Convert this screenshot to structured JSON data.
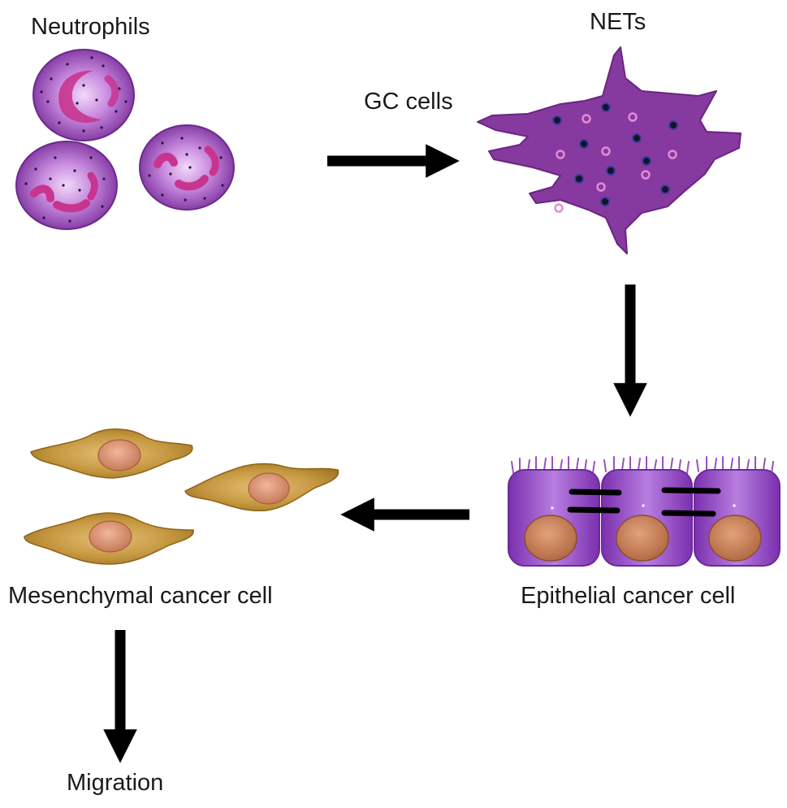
{
  "labels": {
    "neutrophils": "Neutrophils",
    "nets": "NETs",
    "gc_cells": "GC cells",
    "mesenchymal": "Mesenchymal cancer cell",
    "epithelial": "Epithelial cancer cell",
    "migration": "Migration"
  },
  "colors": {
    "neutrophil_body": "#8f3fb0",
    "neutrophil_center": "#e6c2f2",
    "neutrophil_nucleus": "#c8358f",
    "net_body": "#86399e",
    "net_dot_dark": "#14142c",
    "net_dot_pink": "#e38ad8",
    "epithelial_body": "#9a4fc6",
    "epithelial_nucleus": "#c97f5b",
    "mesenchymal_body": "#b9882f",
    "mesenchymal_nucleus": "#d08a6c",
    "arrow": "#000000"
  },
  "icons": {
    "neutrophil": "neutrophil-cell-icon",
    "net": "net-cell-icon",
    "epithelial": "epithelial-cell-icon",
    "mesenchymal": "mesenchymal-cell-icon"
  }
}
